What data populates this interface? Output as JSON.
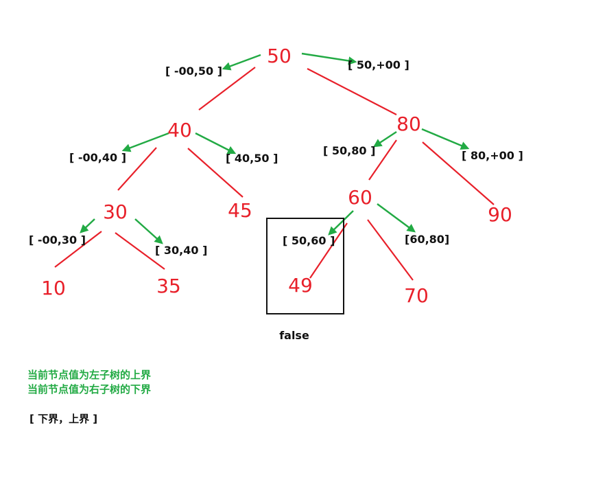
{
  "colors": {
    "node": "#e8202a",
    "edge": "#e8202a",
    "arrow": "#22aa44",
    "note": "#22aa44",
    "text": "#111111"
  },
  "nodes": {
    "n50": "50",
    "n40": "40",
    "n80": "80",
    "n30": "30",
    "n45": "45",
    "n60": "60",
    "n90": "90",
    "n10": "10",
    "n35": "35",
    "n49": "49",
    "n70": "70"
  },
  "ranges": {
    "r50_left": "[ -00,50 ]",
    "r50_right": "[ 50,+00 ]",
    "r40_left": "[ -00,40 ]",
    "r40_right": "[ 40,50 ]",
    "r80_left": "[ 50,80 ]",
    "r80_right": "[ 80,+00 ]",
    "r30_left": "[ -00,30 ]",
    "r30_right": "[ 30,40 ]",
    "r60_left": "[ 50,60 ]",
    "r60_right": "[60,80]"
  },
  "result": "false",
  "notes": {
    "line1": "当前节点值为左子树的上界",
    "line2": "当前节点值为右子树的下界"
  },
  "legend": "[ 下界，上界 ]"
}
